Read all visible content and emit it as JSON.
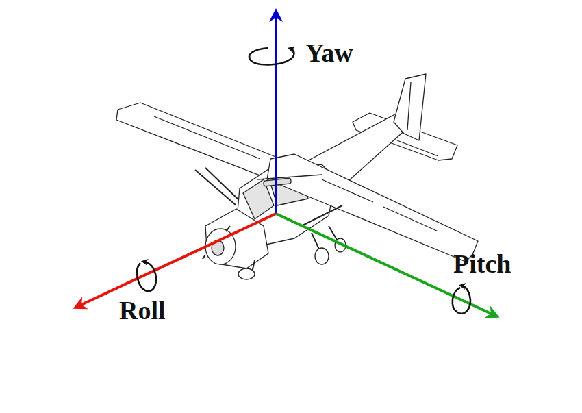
{
  "diagram": {
    "labels": [
      "Yaw",
      "Roll",
      "Pitch"
    ]
  }
}
